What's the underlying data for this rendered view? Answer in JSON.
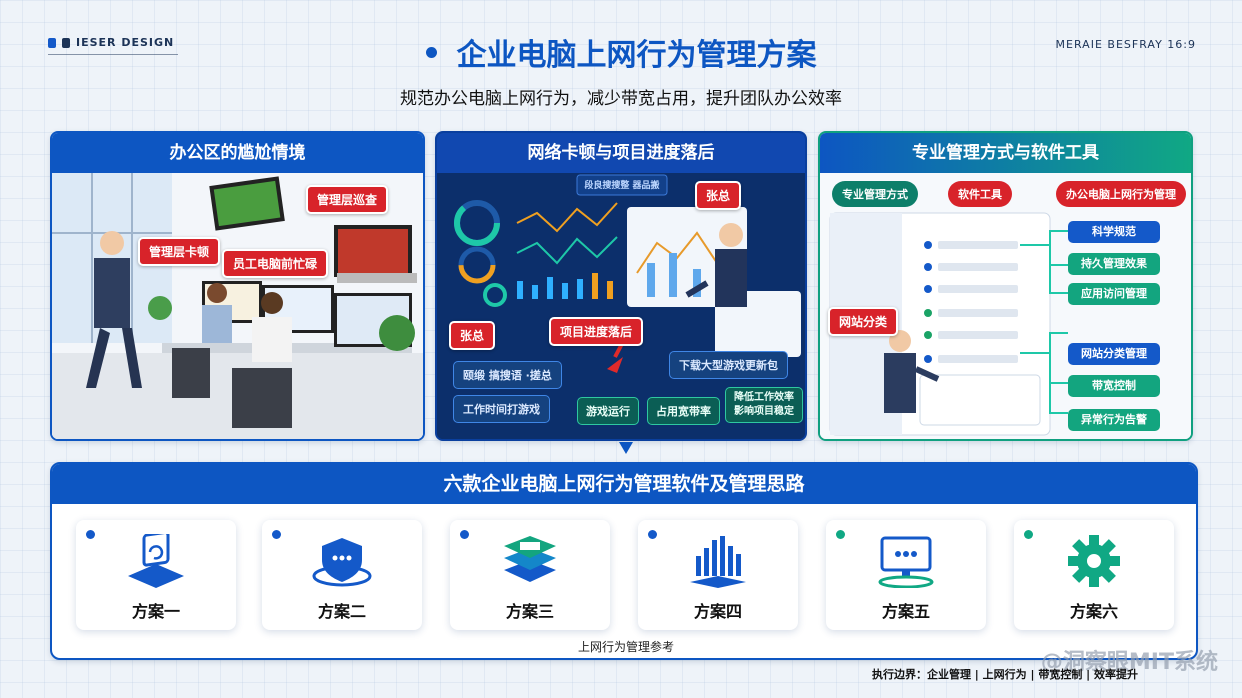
{
  "brand": "IESER DESIGN",
  "top_right": "MERAIE BESFRAY 16:9",
  "title": "企业电脑上网行为管理方案",
  "subtitle": "规范办公电脑上网行为，减少带宽占用，提升团队办公效率",
  "panels": {
    "office": {
      "title": "办公区的尴尬情境",
      "tags": [
        "管理层巡查",
        "管理层卡顿",
        "员工电脑前忙碌"
      ]
    },
    "network": {
      "title": "网络卡顿与项目进度落后",
      "dashboard_title": "段良搜搜整 器品搬",
      "tags": [
        "张总",
        "张总",
        "项目进度落后"
      ],
      "dark_tags": [
        "颐缎 搞搜语 ·搓总",
        "工作时间打游戏",
        "下载大型游戏更新包"
      ],
      "green_tags": [
        "游戏运行",
        "占用宽带率",
        "降低工作效率\n影响项目稳定"
      ]
    },
    "management": {
      "title": "专业管理方式与软件工具",
      "pills": [
        "专业管理方式",
        "软件工具",
        "办公电脑上网行为管理"
      ],
      "side_tag": "网站分类",
      "right_boxes": [
        "科学规范",
        "持久管理效果",
        "应用访问管理",
        "网站分类管理",
        "带宽控制",
        "异常行为告警"
      ]
    }
  },
  "bottom": {
    "title": "六款企业电脑上网行为管理软件及管理思路",
    "cards": [
      {
        "label": "方案一",
        "dot": "#1459c9"
      },
      {
        "label": "方案二",
        "dot": "#1459c9"
      },
      {
        "label": "方案三",
        "dot": "#1459c9"
      },
      {
        "label": "方案四",
        "dot": "#1459c9"
      },
      {
        "label": "方案五",
        "dot": "#10a884"
      },
      {
        "label": "方案六",
        "dot": "#10a884"
      }
    ],
    "caption": "上网行为管理参考"
  },
  "footer": "执行边界：企业管理 | 上网行为 | 带宽控制 | 效率提升",
  "watermark": "@洞察眼MIT系统",
  "colors": {
    "primary": "#0d56c2",
    "accent_red": "#d8232a",
    "accent_green": "#10a884"
  }
}
